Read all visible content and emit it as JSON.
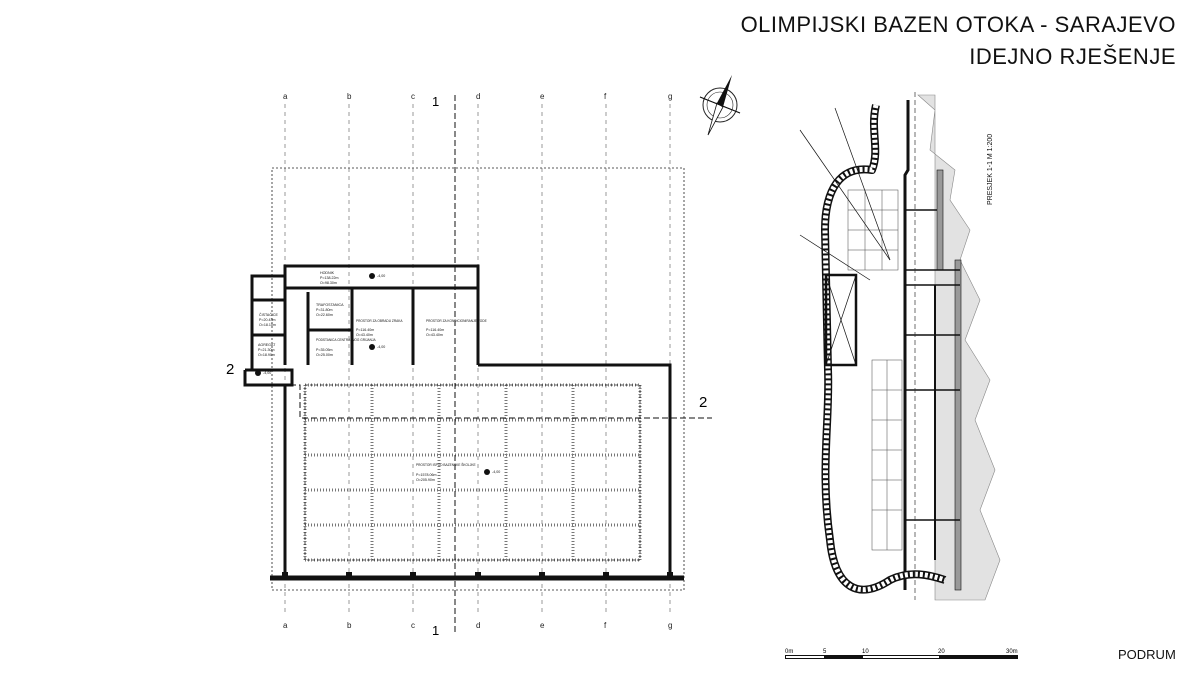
{
  "header": {
    "title": "OLIMPIJSKI BAZEN OTOKA -  SARAJEVO",
    "subtitle": "IDEJNO RJEŠENJE"
  },
  "sheet_label": "PODRUM",
  "grid_axes": [
    "a",
    "b",
    "c",
    "d",
    "e",
    "f",
    "g"
  ],
  "section_marks": {
    "s1": "1",
    "s2": "2"
  },
  "section_title": "PRESJEK 1-1 M 1:200",
  "elevation": "-4,00",
  "rooms": [
    {
      "name": "HODNIK",
      "area": "P=138.22m",
      "perimeter": "O=98.30m"
    },
    {
      "name": "ČISTAČICE",
      "area": "P=20.43m",
      "perimeter": "O=18.10m"
    },
    {
      "name": "AGREGAT",
      "area": "P=21.30m",
      "perimeter": "O=18.90m"
    },
    {
      "name": "TRAFOSTANICA",
      "area": "P=31.80m",
      "perimeter": "O=22.60m"
    },
    {
      "name": "PODSTANICA CENTRALNOG GRIJANJA",
      "area": "P=35.05m",
      "perimeter": "O=25.00m"
    },
    {
      "name": "PROSTOR ZA OBRADU ZRAKA",
      "area": "P=116.40m",
      "perimeter": "O=43.40m"
    },
    {
      "name": "PROSTOR ZA KONDICIONIRANJE VODE",
      "area": "P=116.40m",
      "perimeter": "O=43.40m"
    },
    {
      "name": "PROSTOR ISPOD BAZENSKE ŠKOLJKE",
      "area": "P=1578.06m",
      "perimeter": "O=205.90m"
    }
  ],
  "scale_bar": {
    "labels": [
      "0m",
      "5",
      "10",
      "20",
      "30m"
    ]
  },
  "colors": {
    "line": "#111111",
    "terrain": "#d8d8d8"
  }
}
